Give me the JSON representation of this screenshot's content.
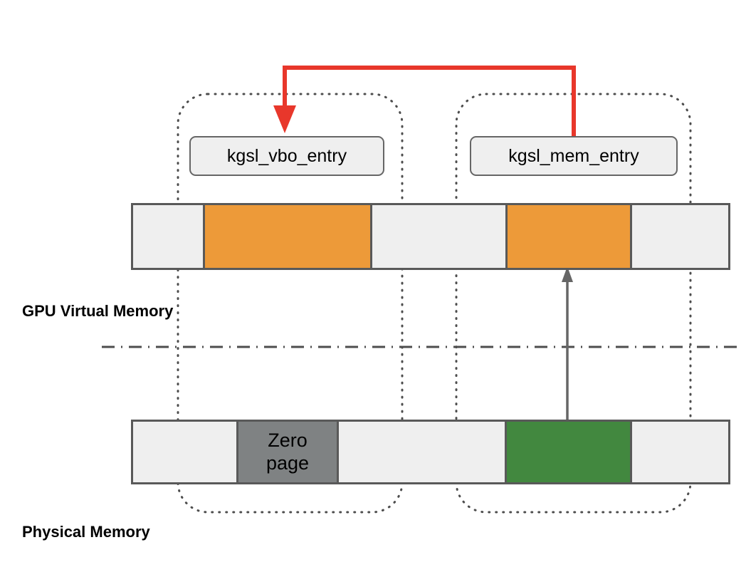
{
  "diagram": {
    "title_present": false,
    "background": "#ffffff",
    "sections": [
      {
        "id": "gpu",
        "label": "GPU Virtual Memory"
      },
      {
        "id": "physical",
        "label": "Physical Memory"
      }
    ],
    "entries": [
      {
        "id": "vbo",
        "label": "kgsl_vbo_entry"
      },
      {
        "id": "mem",
        "label": "kgsl_mem_entry"
      }
    ],
    "gpu_memory_bar": {
      "segments": [
        {
          "id": "gpu-free-1",
          "label": "",
          "color": "#efefef",
          "kind": "free"
        },
        {
          "id": "gpu-vbo-range",
          "label": "",
          "color": "#ed9a39",
          "kind": "mapped"
        },
        {
          "id": "gpu-free-2",
          "label": "",
          "color": "#efefef",
          "kind": "free"
        },
        {
          "id": "gpu-mem-range",
          "label": "",
          "color": "#ed9a39",
          "kind": "mapped"
        },
        {
          "id": "gpu-free-3",
          "label": "",
          "color": "#efefef",
          "kind": "free"
        }
      ]
    },
    "physical_memory_bar": {
      "segments": [
        {
          "id": "phys-free-1",
          "label": "",
          "color": "#efefef",
          "kind": "free"
        },
        {
          "id": "phys-zero-page",
          "label": "Zero page",
          "label_line1": "Zero",
          "label_line2": "page",
          "color": "#7f8283",
          "kind": "zero-page"
        },
        {
          "id": "phys-free-2",
          "label": "",
          "color": "#efefef",
          "kind": "free"
        },
        {
          "id": "phys-backing",
          "label": "",
          "color": "#42883f",
          "kind": "backing-store"
        },
        {
          "id": "phys-free-3",
          "label": "",
          "color": "#efefef",
          "kind": "free"
        }
      ]
    },
    "connectors": [
      {
        "id": "mem-to-vbo-reference",
        "color": "#e8372b",
        "style": "solid",
        "from": "kgsl_mem_entry",
        "to": "kgsl_vbo_entry",
        "arrowhead": "to"
      },
      {
        "id": "backing-to-gpu-mapping",
        "color": "#666666",
        "style": "solid",
        "from": "phys-backing",
        "to": "gpu-mem-range",
        "arrowhead": "to"
      }
    ],
    "divider": {
      "id": "virtual-physical-divider",
      "style": "dash-dot",
      "color": "#4d4d4d"
    },
    "groupings": [
      {
        "id": "vbo-group",
        "style": "dotted",
        "color": "#4d4d4d"
      },
      {
        "id": "mem-group",
        "style": "dotted",
        "color": "#4d4d4d"
      }
    ]
  }
}
